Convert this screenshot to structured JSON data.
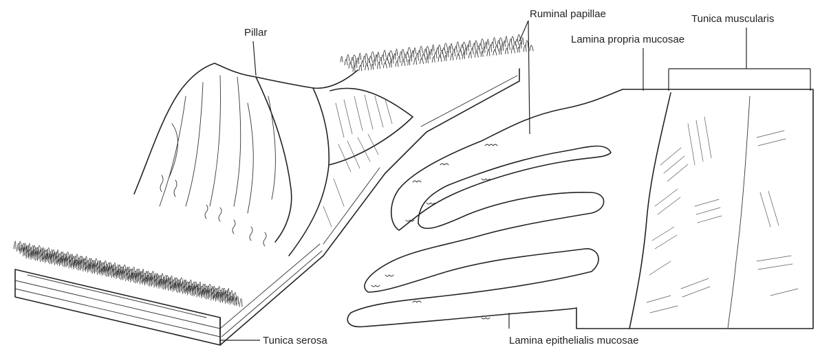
{
  "labels": {
    "pillar": "Pillar",
    "ruminal_papillae": "Ruminal papillae",
    "lamina_propria": "Lamina propria mucosae",
    "tunica_muscularis": "Tunica muscularis",
    "tunica_serosa": "Tunica serosa",
    "lamina_epithelialis": "Lamina epithelialis mucosae"
  }
}
